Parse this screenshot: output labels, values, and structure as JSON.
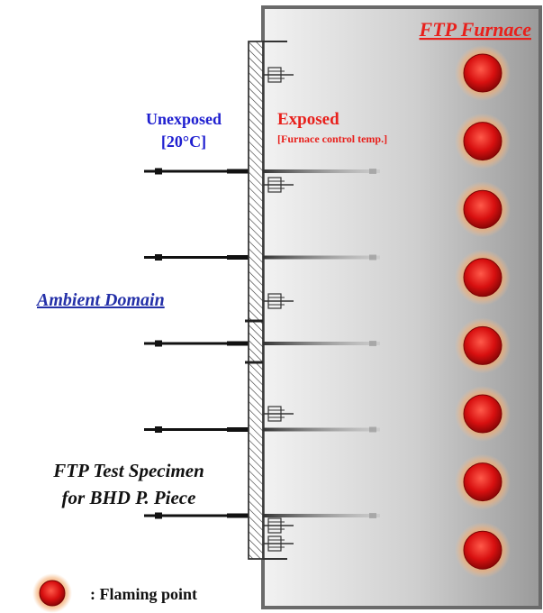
{
  "furnace": {
    "title": "FTP Furnace",
    "exposed_label": "Exposed",
    "exposed_sub": "[Furnace control temp.]",
    "flaming_point_count": 8
  },
  "unexposed": {
    "label": "Unexposed",
    "temp": "[20°C]"
  },
  "ambient": {
    "label": "Ambient Domain"
  },
  "specimen": {
    "line1": "FTP Test Specimen",
    "line2": "for BHD P. Piece"
  },
  "legend": {
    "text": ": Flaming point"
  },
  "colors": {
    "furnace_title": "#e8201c",
    "exposed": "#e8201c",
    "unexposed": "#2020d0",
    "ambient": "#2430a8",
    "flame_core": "#d81010",
    "flame_glow": "#f5a060"
  },
  "thermocouple_rows": 5,
  "stud_count": 6
}
